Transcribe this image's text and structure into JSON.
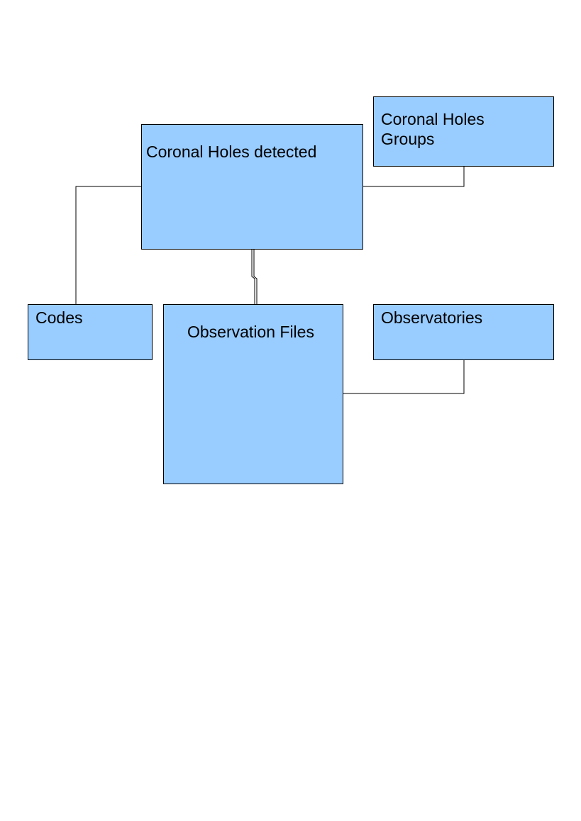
{
  "diagram": {
    "colors": {
      "node_fill": "#99ccff",
      "node_border": "#000000",
      "connector": "#000000",
      "background": "#ffffff"
    },
    "nodes": {
      "coronal_holes_detected": "Coronal Holes detected",
      "coronal_holes_groups": "Coronal Holes\nGroups",
      "codes": "Codes",
      "observation_files": "Observation Files",
      "observatories": "Observatories"
    },
    "edges": [
      {
        "from": "Coronal Holes detected",
        "to": "Coronal Holes Groups"
      },
      {
        "from": "Coronal Holes detected",
        "to": "Codes"
      },
      {
        "from": "Coronal Holes detected",
        "to": "Observation Files"
      },
      {
        "from": "Observation Files",
        "to": "Observatories"
      }
    ]
  }
}
